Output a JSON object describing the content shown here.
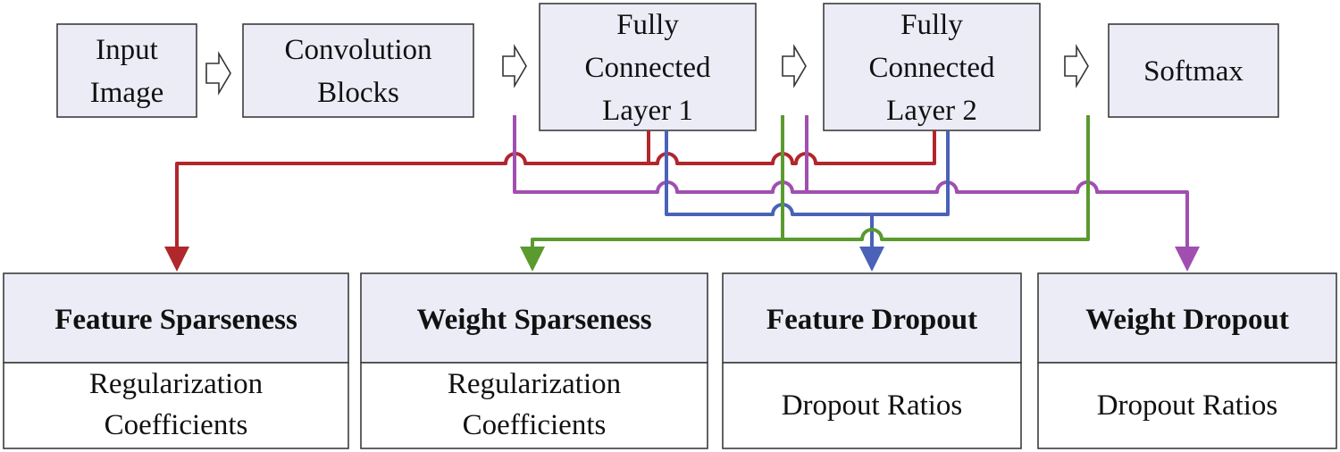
{
  "pipeline": {
    "input": {
      "line1": "Input",
      "line2": "Image"
    },
    "conv": {
      "line1": "Convolution",
      "line2": "Blocks"
    },
    "fc1": {
      "line1": "Fully",
      "line2": "Connected",
      "line3": "Layer 1"
    },
    "fc2": {
      "line1": "Fully",
      "line2": "Connected",
      "line3": "Layer 2"
    },
    "softmax": {
      "line1": "Softmax"
    }
  },
  "techniques": [
    {
      "title": "Feature Sparseness",
      "body1": "Regularization",
      "body2": "Coefficients"
    },
    {
      "title": "Weight Sparseness",
      "body1": "Regularization",
      "body2": "Coefficients"
    },
    {
      "title": "Feature Dropout",
      "body1": "Dropout Ratios",
      "body2": ""
    },
    {
      "title": "Weight Dropout",
      "body1": "Dropout Ratios",
      "body2": ""
    }
  ],
  "colors": {
    "feature_sparseness": "#b0272c",
    "weight_sparseness": "#5a9a2e",
    "feature_dropout": "#4a62b8",
    "weight_dropout": "#a04fb0"
  }
}
